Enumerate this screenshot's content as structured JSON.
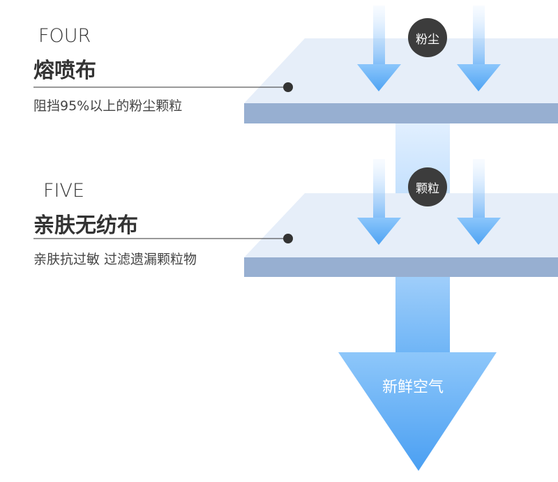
{
  "layers": [
    {
      "number": "FOUR",
      "name": "熔喷布",
      "description": "阻挡95%以上的粉尘颗粒",
      "badge": "粉尘"
    },
    {
      "number": "FIVE",
      "name": "亲肤无纺布",
      "description": "亲肤抗过敏 过滤遗漏颗粒物",
      "badge": "颗粒"
    }
  ],
  "output_label": "新鲜空气",
  "colors": {
    "layer_top": "#e6eef9",
    "layer_side": "#97afd1",
    "arrow": "#5aa9f5",
    "badge": "#3c3c3c"
  }
}
